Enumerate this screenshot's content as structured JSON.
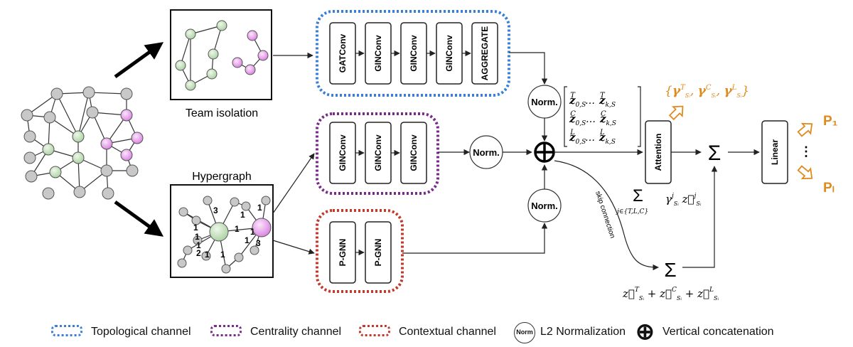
{
  "labels": {
    "team_isolation": "Team isolation",
    "hypergraph": "Hypergraph",
    "norm": "Norm.",
    "attention": "Attention",
    "linear": "Linear",
    "skip_connection": "skip connection",
    "sum_symbol": "Σ",
    "concat_symbol": "⊕",
    "p1": "P₁",
    "pl": "Pₗ",
    "ellipsis": "⋮"
  },
  "topological_blocks": [
    "GATConv",
    "GINConv",
    "GINConv",
    "GINConv",
    "AGGREGATE"
  ],
  "centrality_blocks": [
    "GINConv",
    "GINConv",
    "GINConv"
  ],
  "contextual_blocks": [
    "P-GNN",
    "P-GNN"
  ],
  "hyper_edge_weights": [
    "1",
    "3",
    "1",
    "1",
    "1",
    "1",
    "1",
    "2",
    "1",
    "1",
    "1",
    "1",
    "3"
  ],
  "matrix": {
    "rows": [
      [
        "z",
        "0,S",
        "T",
        "…",
        "z",
        "k,S",
        "T"
      ],
      [
        "z",
        "0,S",
        "C",
        "…",
        "z",
        "k,S",
        "C"
      ],
      [
        "z",
        "0,S",
        "L",
        "…",
        "z",
        "k,S",
        "L"
      ]
    ]
  },
  "gamma_set": "{γ T, γ C, γ L}",
  "attention_sum_text": "Σ γ z",
  "attention_sum_index": "j∈{T,L,C}",
  "skip_sum_text": "z T + z C + z L",
  "legend": [
    {
      "label": "Topological channel",
      "color": "#3a7fd5"
    },
    {
      "label": "Centrality channel",
      "color": "#7a2b8a"
    },
    {
      "label": "Contextual channel",
      "color": "#c0392b"
    },
    {
      "label": "L2 Normalization",
      "icon": "Norm"
    },
    {
      "label": "Vertical concatenation",
      "icon": "⊕"
    }
  ],
  "colors": {
    "topological": "#3a7fd5",
    "centrality": "#7a2b8a",
    "contextual": "#c0392b",
    "output_orange": "#e08a1e",
    "node_gray": "#c8c8c8",
    "node_green": "#c9e3c2",
    "node_pink": "#e8a8ea"
  }
}
